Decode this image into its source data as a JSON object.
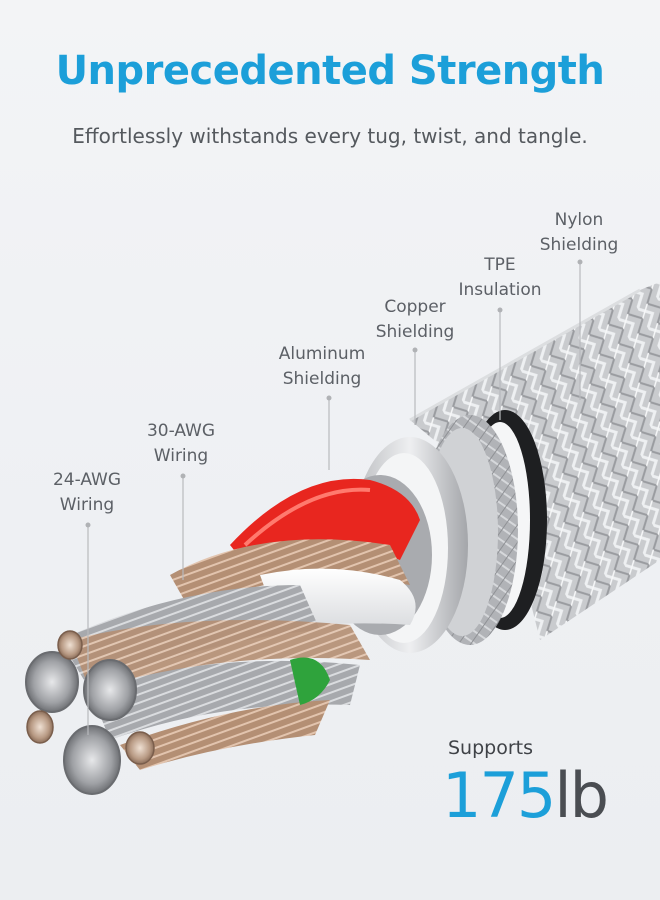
{
  "header": {
    "title": "Unprecedented Strength",
    "subtitle": "Effortlessly withstands every tug, twist, and tangle."
  },
  "callouts": {
    "nylon": [
      "Nylon",
      "Shielding"
    ],
    "tpe": [
      "TPE",
      "Insulation"
    ],
    "copper": [
      "Copper",
      "Shielding"
    ],
    "aluminum": [
      "Aluminum",
      "Shielding"
    ],
    "awg30": [
      "30-AWG",
      "Wiring"
    ],
    "awg24": [
      "24-AWG",
      "Wiring"
    ]
  },
  "strength": {
    "label": "Supports",
    "value": "175",
    "unit": "lb"
  },
  "colors": {
    "accent": "#1c9fd9",
    "text": "#5c6066",
    "red_wire": "#e8261f",
    "green_wire": "#2fa33c"
  }
}
